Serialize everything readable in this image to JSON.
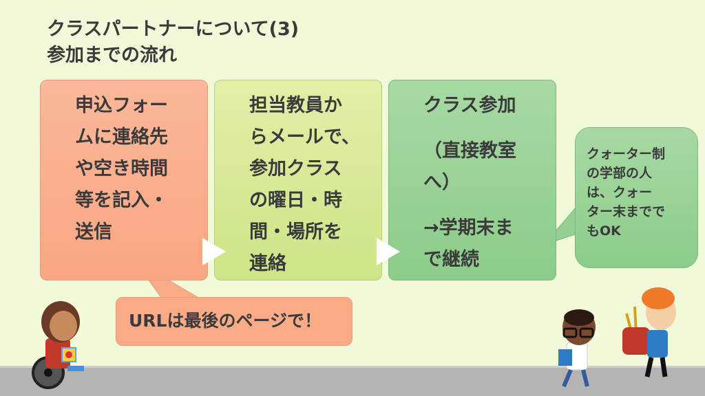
{
  "title": {
    "line1": "クラスパートナーについて(3)",
    "line2": "参加までの流れ"
  },
  "steps": [
    {
      "lines": [
        "申込フォー",
        "ムに連絡先",
        "や空き時間",
        "等を記入・",
        "送信"
      ]
    },
    {
      "lines": [
        "担当教員か",
        "らメールで、",
        "参加クラス",
        "の曜日・時",
        "間・場所を",
        "連絡"
      ]
    },
    {
      "lines": [
        "クラス参加",
        "（直接教室",
        "へ）",
        "→学期末ま",
        "で継続"
      ]
    }
  ],
  "callout_right": {
    "lines": [
      "クォーター制",
      "の学部の人",
      "は、クォー",
      "ター末までで",
      "もOK"
    ]
  },
  "callout_bottom": {
    "text": "URLは最後のページで！"
  },
  "colors": {
    "step1": "#f9a682",
    "step2": "#cde587",
    "step3": "#8ccc8a",
    "background": "#f0f9d8"
  }
}
